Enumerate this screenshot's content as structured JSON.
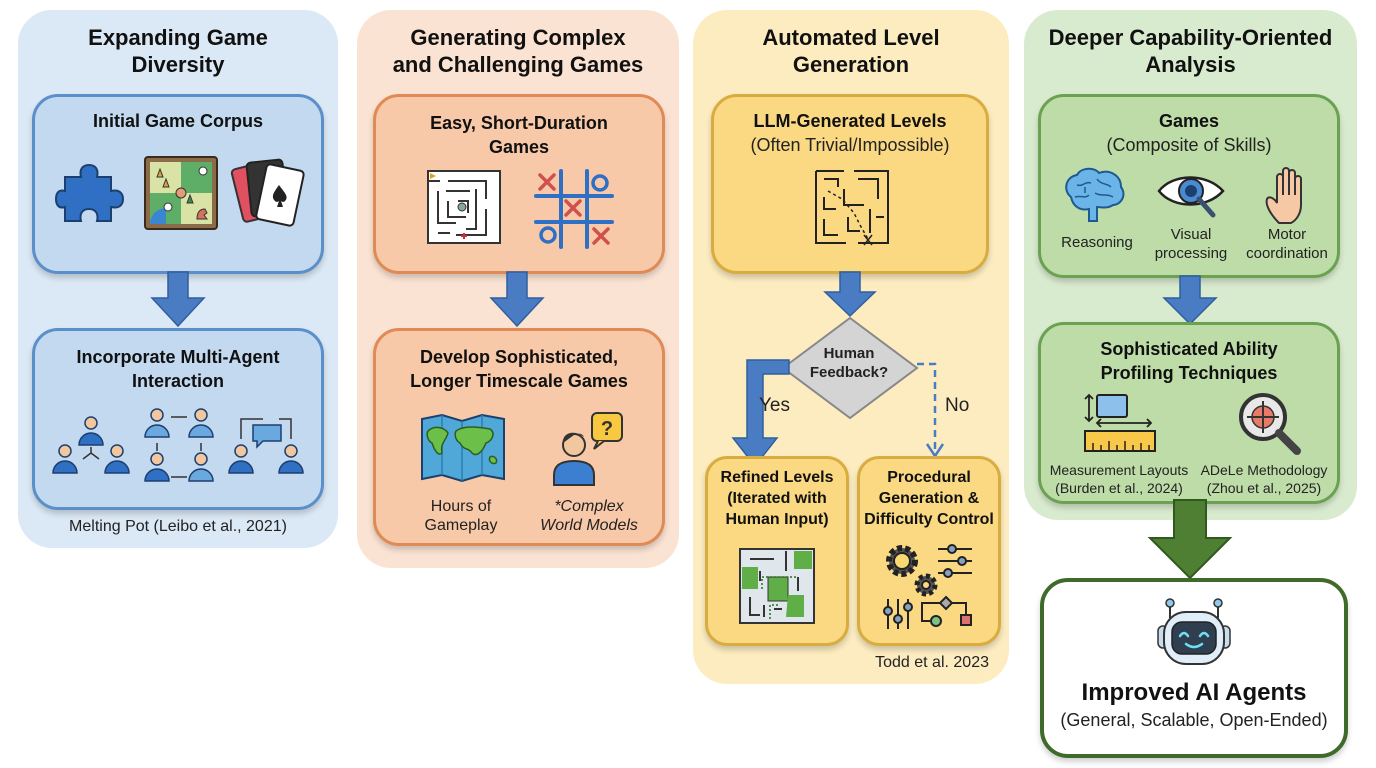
{
  "columns": [
    {
      "title": "Expanding Game Diversity",
      "title_lines": [
        "Expanding Game",
        "Diversity"
      ],
      "boxes": [
        {
          "title": "Initial Game Corpus",
          "icons": [
            "puzzle-piece-icon",
            "board-game-icon",
            "playing-cards-icon"
          ]
        },
        {
          "title_lines": [
            "Incorporate Multi-Agent",
            "Interaction"
          ],
          "icons": [
            "agent-hierarchy-icon",
            "agent-ring-icon",
            "agent-communication-icon"
          ]
        }
      ],
      "citation": "Melting Pot (Leibo et al., 2021)"
    },
    {
      "title": "Generating Complex and Challenging Games",
      "title_lines": [
        "Generating Complex",
        "and Challenging Games"
      ],
      "boxes": [
        {
          "title_lines": [
            "Easy, Short-Duration",
            "Games"
          ],
          "icons": [
            "maze-icon",
            "tic-tac-toe-icon"
          ]
        },
        {
          "title_lines": [
            "Develop Sophisticated,",
            "Longer Timescale Games"
          ],
          "items": [
            {
              "icon": "world-map-icon",
              "label_lines": [
                "Hours of",
                "Gameplay"
              ]
            },
            {
              "icon": "person-question-icon",
              "label_lines": [
                "*Complex",
                "World Models"
              ]
            }
          ]
        }
      ]
    },
    {
      "title": "Automated Level Generation",
      "title_lines": [
        "Automated Level",
        "Generation"
      ],
      "boxes": [
        {
          "title": "LLM-Generated Levels",
          "subtitle": "(Often Trivial/Impossible)",
          "icons": [
            "broken-maze-icon"
          ]
        },
        {
          "title_lines": [
            "Refined Levels",
            "(Iterated with",
            "Human Input)"
          ],
          "icons": [
            "refined-maze-icon"
          ]
        },
        {
          "title_lines": [
            "Procedural",
            "Generation &",
            "Difficulty Control"
          ],
          "icons": [
            "gears-sliders-icon"
          ]
        }
      ],
      "decision": {
        "label_lines": [
          "Human",
          "Feedback?"
        ],
        "yes": "Yes",
        "no": "No"
      },
      "citation": "Todd et al. 2023"
    },
    {
      "title": "Deeper Capability-Oriented Analysis",
      "title_lines": [
        "Deeper Capability-Oriented",
        "Analysis"
      ],
      "boxes": [
        {
          "title": "Games",
          "subtitle": "(Composite of Skills)",
          "items": [
            {
              "icon": "brain-icon",
              "label_lines": [
                "Reasoning"
              ]
            },
            {
              "icon": "eye-magnifier-icon",
              "label_lines": [
                "Visual",
                "processing"
              ]
            },
            {
              "icon": "hand-icon",
              "label_lines": [
                "Motor",
                "coordination"
              ]
            }
          ]
        },
        {
          "title_lines": [
            "Sophisticated Ability",
            "Profiling Techniques"
          ],
          "items": [
            {
              "icon": "measurement-ruler-icon",
              "label_lines": [
                "Measurement Layouts",
                "(Burden et al., 2024)"
              ]
            },
            {
              "icon": "target-magnifier-icon",
              "label_lines": [
                "ADeLe Methodology",
                "(Zhou et al., 2025)"
              ]
            }
          ]
        }
      ]
    }
  ],
  "outcome": {
    "icon": "robot-icon",
    "title": "Improved AI Agents",
    "subtitle": "(General, Scalable, Open-Ended)"
  },
  "colors": {
    "blue_panel": "#dbe8f5",
    "orange_panel": "#fbe3d3",
    "yellow_panel": "#fcecc0",
    "green_panel": "#d9ebcf",
    "arrow_blue": "#4a7cc4",
    "arrow_green": "#4f7f33",
    "final_border": "#3f6b2a"
  }
}
